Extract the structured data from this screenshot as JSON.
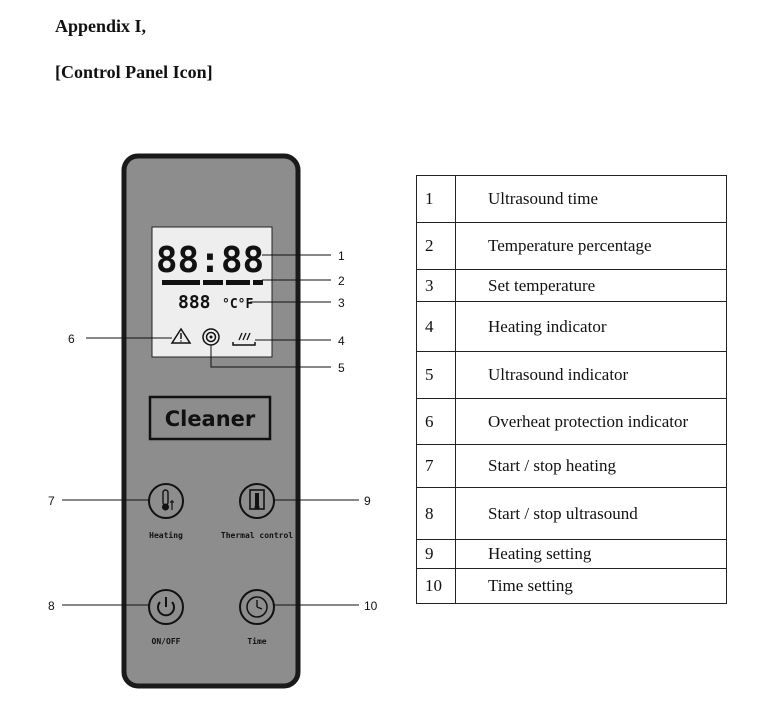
{
  "headings": {
    "appendix": "Appendix I,",
    "section": "[Control Panel Icon]"
  },
  "panel": {
    "display": {
      "time": "88:88",
      "temperature": "888",
      "units": "°C°F",
      "warning_icon": "warning-triangle-icon",
      "ultrasound_icon": "ultrasound-icon",
      "heating_icon": "heating-wave-icon"
    },
    "brand": "Cleaner",
    "buttons": [
      {
        "label": "Heating",
        "icon": "thermometer-icon"
      },
      {
        "label": "Thermal control",
        "icon": "thermal-control-icon"
      },
      {
        "label": "ON/OFF",
        "icon": "power-icon"
      },
      {
        "label": "Time",
        "icon": "clock-icon"
      }
    ],
    "callouts": [
      "1",
      "2",
      "3",
      "4",
      "5",
      "6",
      "7",
      "8",
      "9",
      "10"
    ]
  },
  "legend": [
    {
      "num": "1",
      "desc": "Ultrasound time"
    },
    {
      "num": "2",
      "desc": "Temperature percentage"
    },
    {
      "num": "3",
      "desc": "Set temperature"
    },
    {
      "num": "4",
      "desc": "Heating indicator"
    },
    {
      "num": "5",
      "desc": "Ultrasound indicator"
    },
    {
      "num": "6",
      "desc": "Overheat protection indicator"
    },
    {
      "num": "7",
      "desc": "Start / stop heating"
    },
    {
      "num": "8",
      "desc": "Start / stop ultrasound"
    },
    {
      "num": "9",
      "desc": "Heating setting"
    },
    {
      "num": "10",
      "desc": "Time setting"
    }
  ]
}
